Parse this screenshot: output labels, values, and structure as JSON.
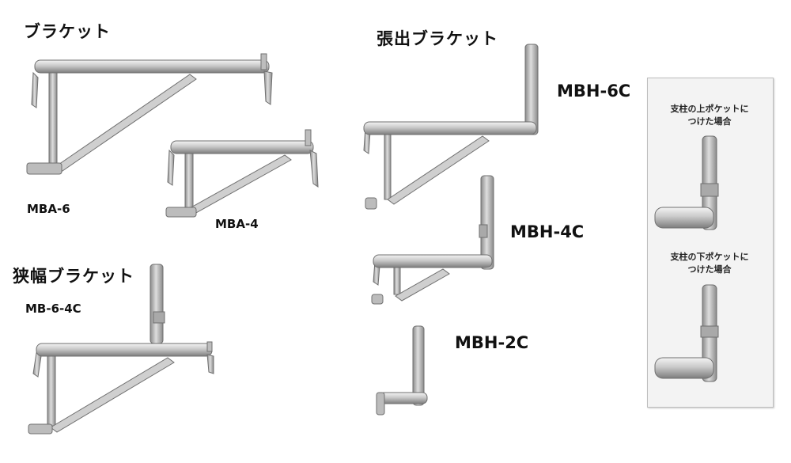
{
  "headings": {
    "bracket": "ブラケット",
    "overhang_bracket": "張出ブラケット",
    "narrow_bracket": "狭幅ブラケット"
  },
  "models": {
    "mba6": "MBA-6",
    "mba4": "MBA-4",
    "mb64c": "MB-6-4C",
    "mbh6c": "MBH-6C",
    "mbh4c": "MBH-4C",
    "mbh2c": "MBH-2C"
  },
  "inset": {
    "upper_caption_line1": "支柱の上ポケットに",
    "upper_caption_line2": "つけた場合",
    "lower_caption_line1": "支柱の下ポケットに",
    "lower_caption_line2": "つけた場合"
  }
}
